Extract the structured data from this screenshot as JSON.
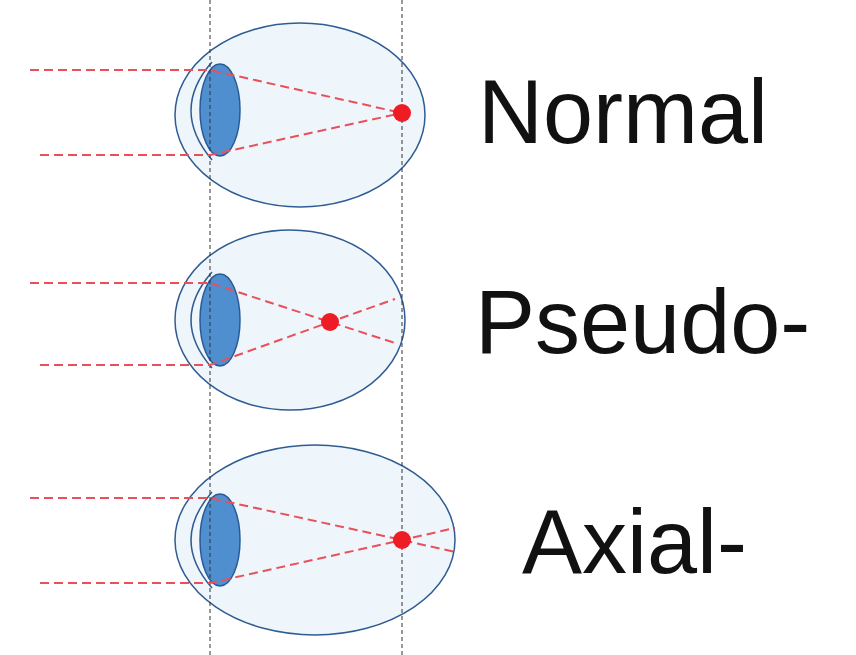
{
  "diagram": {
    "labels": [
      "Normal",
      "Pseudo-",
      "Axial-"
    ]
  }
}
